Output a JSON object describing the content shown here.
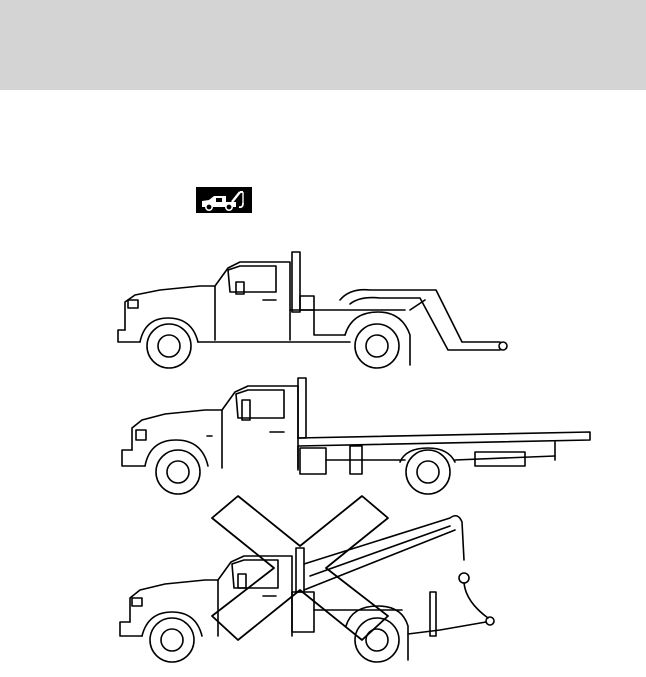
{
  "header": {
    "band_color": "#d4d4d4"
  },
  "icons": [
    {
      "name": "tow-truck-icon",
      "background": "#000000",
      "foreground": "#ffffff"
    }
  ],
  "figures": [
    {
      "name": "wheel-lift-tow-truck",
      "status": "acceptable"
    },
    {
      "name": "flatbed-tow-truck",
      "status": "acceptable"
    },
    {
      "name": "sling-tow-truck",
      "status": "not-acceptable"
    }
  ]
}
